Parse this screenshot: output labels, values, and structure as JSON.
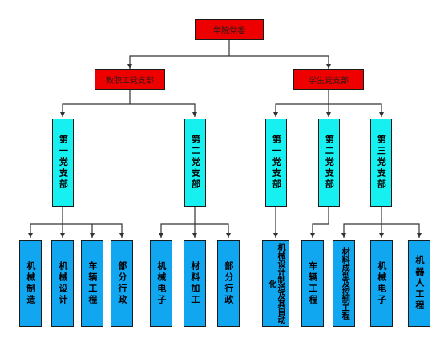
{
  "colors": {
    "root": "#ee0000",
    "branch": "#16f0f0",
    "leaf": "#10a6f0",
    "line": "#333333"
  },
  "root": {
    "label": "学院党委"
  },
  "groups": {
    "faculty": {
      "label": "教职工党支部",
      "branches": {
        "first": {
          "label": "第一党支部",
          "units": [
            "机械制造",
            "机械设计",
            "车辆工程",
            "部分行政"
          ]
        },
        "second": {
          "label": "第二党支部",
          "units": [
            "机械电子",
            "材料加工",
            "部分行政"
          ]
        }
      }
    },
    "student": {
      "label": "学生党支部",
      "branches": {
        "first": {
          "label": "第一党支部",
          "units": [
            "机械设计制造及其自动化"
          ]
        },
        "second": {
          "label": "第二党支部",
          "units": [
            "车辆工程"
          ]
        },
        "third": {
          "label": "第三党支部",
          "units": [
            "材料成型及控制工程",
            "机械电子",
            "机器人工程"
          ]
        }
      }
    }
  }
}
